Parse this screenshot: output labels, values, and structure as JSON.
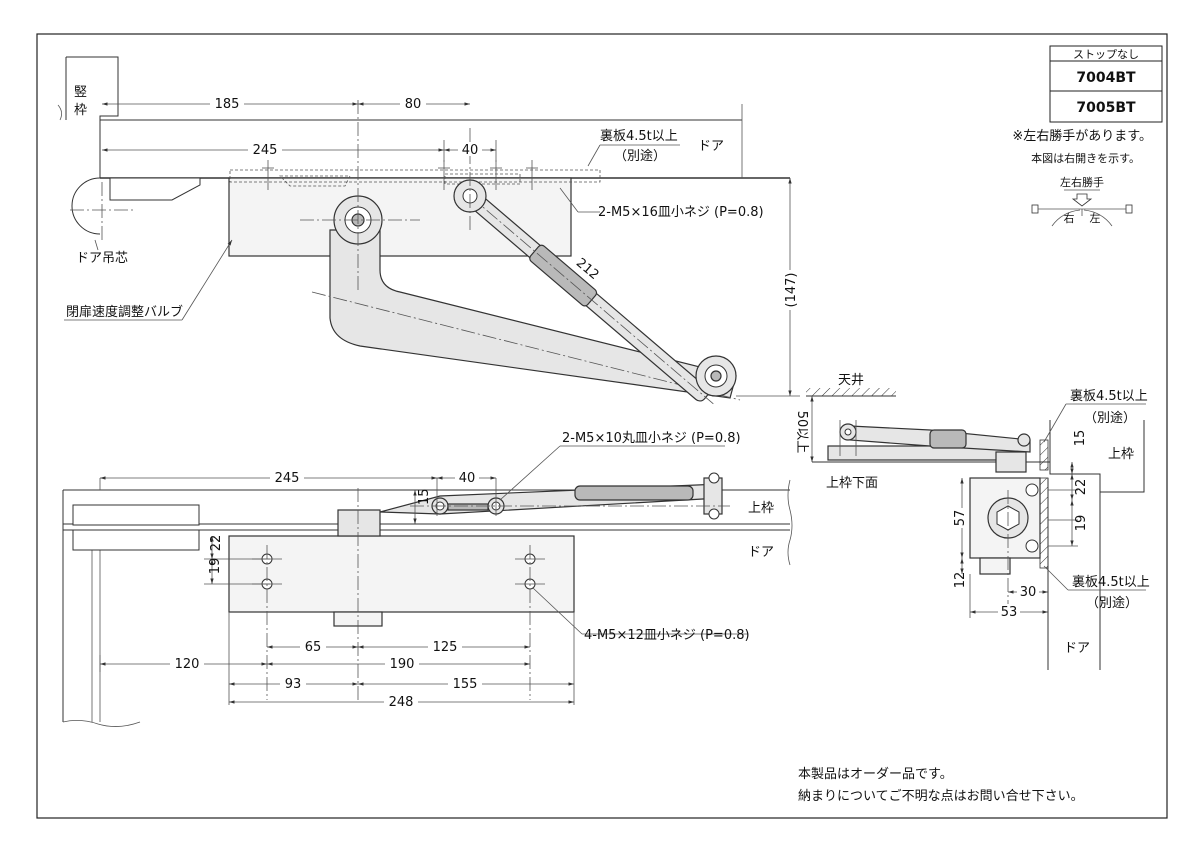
{
  "title_box": {
    "variant": "ストップなし",
    "model_1": "7004BT",
    "model_2": "7005BT"
  },
  "notes": {
    "handedness": "※左右勝手があります。",
    "shown": "本図は右開きを示す。",
    "hand_label": "左右勝手",
    "right": "右",
    "left": "左",
    "order_1": "本製品はオーダー品です。",
    "order_2": "納まりについてご不明な点はお問い合せ下さい。"
  },
  "plan_view": {
    "jamb": "竪枠",
    "door": "ドア",
    "pivot": "ドア吊芯",
    "valve": "閉扉速度調整バルブ",
    "backing": "裏板4.5t以上",
    "backing_sep": "（別途）",
    "screw": "2-M5×16皿小ネジ (P=0.8)",
    "dims": {
      "d185": "185",
      "d80": "80",
      "d245": "245",
      "d40": "40",
      "d212": "212",
      "d147": "(147)"
    }
  },
  "front_view": {
    "screw_top": "2-M5×10丸皿小ネジ (P=0.8)",
    "screw_bottom": "4-M5×12皿小ネジ (P=0.8)",
    "frame": "上枠",
    "door": "ドア",
    "dims": {
      "d245": "245",
      "d40": "40",
      "d15": "15",
      "d22": "22",
      "d19": "19",
      "d65": "65",
      "d125": "125",
      "d120": "120",
      "d190": "190",
      "d93": "93",
      "d155": "155",
      "d248": "248"
    }
  },
  "side_view": {
    "ceiling": "天井",
    "clearance": "50以上",
    "frame_bottom": "上枠下面",
    "frame": "上枠",
    "door": "ドア",
    "backing": "裏板4.5t以上",
    "backing_sep": "（別途）",
    "dims": {
      "d15": "15",
      "d22": "22",
      "d19": "19",
      "d57": "57",
      "d12": "12",
      "d30": "30",
      "d53": "53"
    }
  }
}
